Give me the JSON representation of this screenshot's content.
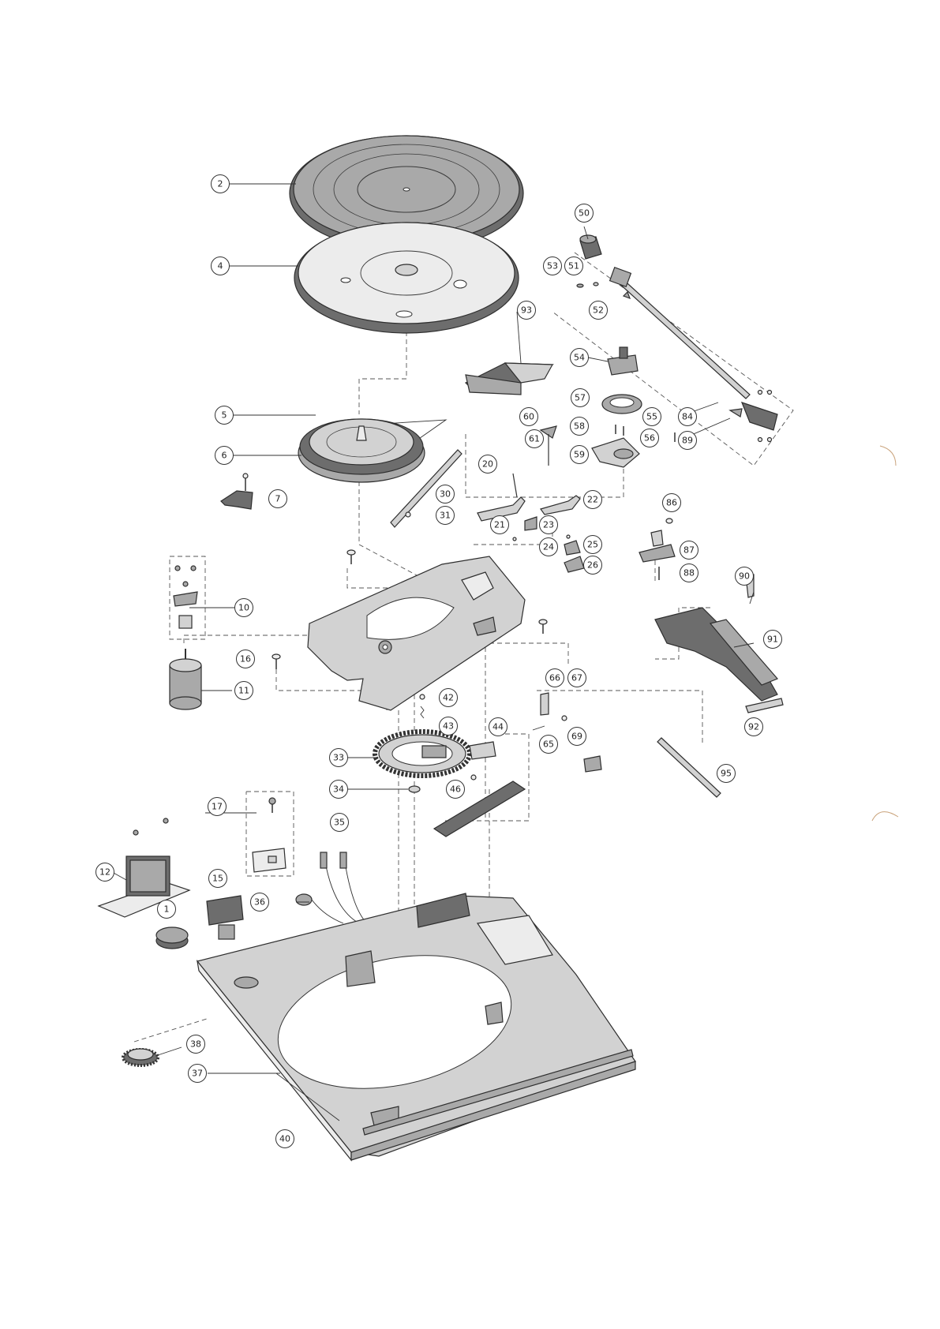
{
  "callouts": [
    "2",
    "4",
    "50",
    "53",
    "51",
    "52",
    "93",
    "54",
    "57",
    "60",
    "58",
    "55",
    "84",
    "61",
    "56",
    "89",
    "59",
    "5",
    "6",
    "20",
    "22",
    "21",
    "23",
    "7",
    "30",
    "31",
    "24",
    "25",
    "26",
    "86",
    "87",
    "88",
    "90",
    "10",
    "91",
    "16",
    "11",
    "42",
    "43",
    "66",
    "67",
    "44",
    "65",
    "69",
    "92",
    "33",
    "95",
    "34",
    "46",
    "17",
    "35",
    "12",
    "15",
    "36",
    "1",
    "38",
    "37",
    "40"
  ],
  "colors": {
    "ink": "#2e2e2e",
    "shade_dark": "#6d6d6d",
    "shade_mid": "#a9a9a9",
    "shade_light": "#d2d2d2",
    "paper": "#ffffff"
  }
}
